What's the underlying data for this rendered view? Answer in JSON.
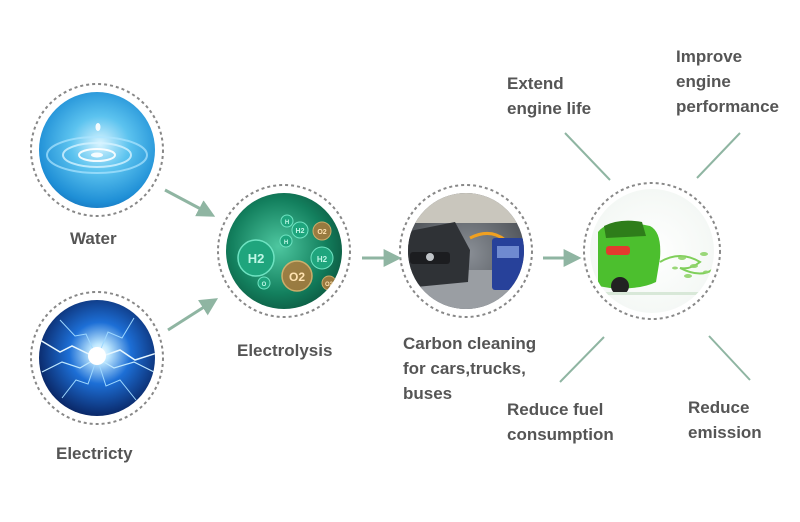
{
  "nodes": {
    "water": {
      "label": "Water"
    },
    "electricity": {
      "label": "Electricty"
    },
    "electrolysis": {
      "label": "Electrolysis",
      "bubbles": [
        "H2",
        "O2",
        "H2",
        "O2",
        "H2",
        "O2",
        "H",
        "H",
        "O"
      ]
    },
    "carbon_cleaning": {
      "label_lines": [
        "Carbon cleaning",
        "for cars,trucks,",
        "buses"
      ]
    },
    "benefits": {
      "extend": [
        "Extend",
        "engine life"
      ],
      "improve": [
        "Improve",
        "engine",
        "performance"
      ],
      "reduce_fuel": [
        "Reduce fuel",
        "consumption"
      ],
      "reduce_emission": [
        "Reduce",
        "emission"
      ]
    }
  },
  "colors": {
    "arrow": "#8fb5a2",
    "ring": "#888888",
    "label": "#555555"
  }
}
